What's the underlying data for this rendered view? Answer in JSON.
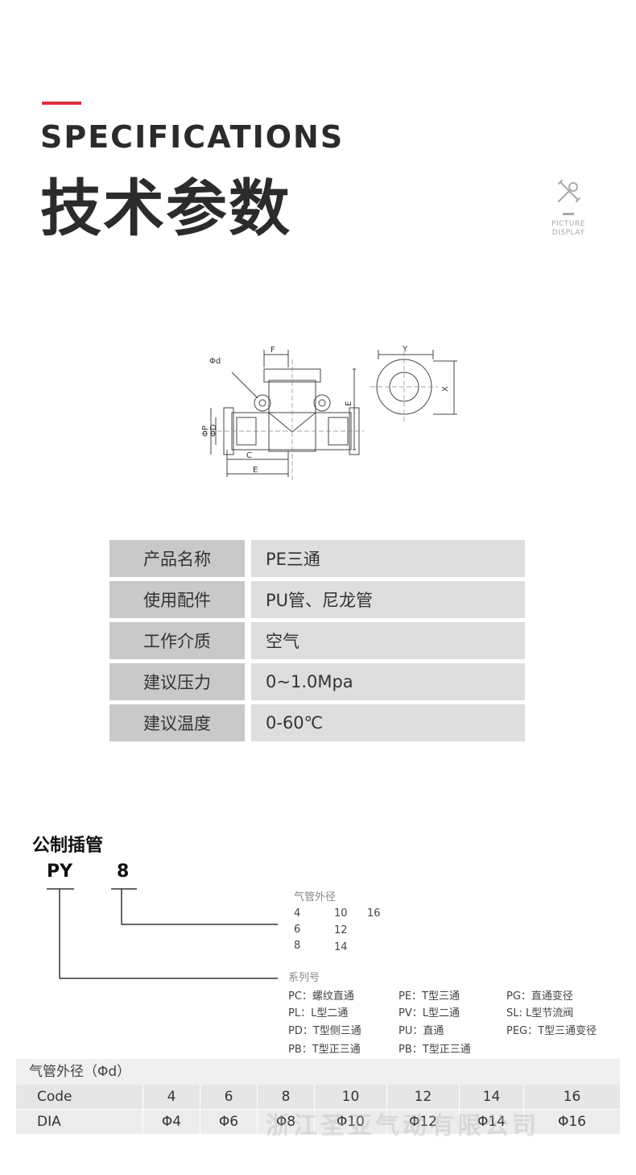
{
  "header": {
    "title_en": "SPECIFICATIONS",
    "title_cn": "技术参数",
    "badge_line1": "PICTURE",
    "badge_line2": "DISPLAY",
    "accent_color": "#e0303e"
  },
  "diagram": {
    "labels": [
      "Φd",
      "F",
      "E",
      "ΦP",
      "ΦD",
      "C",
      "E",
      "Y",
      "X"
    ]
  },
  "specs": [
    {
      "label": "产品名称",
      "value": "PE三通"
    },
    {
      "label": "使用配件",
      "value": "PU管、尼龙管"
    },
    {
      "label": "工作介质",
      "value": "空气"
    },
    {
      "label": "建议压力",
      "value": "0~1.0Mpa"
    },
    {
      "label": "建议温度",
      "value": "0-60℃"
    }
  ],
  "code": {
    "section_title": "公制插管",
    "part1": "PY",
    "part2": "8",
    "tube_title": "气管外径",
    "tube_values": [
      "4",
      "10",
      "16",
      "6",
      "12",
      "8",
      "14"
    ],
    "series_title": "系列号",
    "series": [
      "PC：螺纹直通",
      "PE：T型三通",
      "PG：直通变径",
      "PL：L型二通",
      "PV：L型二通",
      "SL: L型节流阀",
      "PD：T型侧三通",
      "PU：直通",
      "PEG：T型三通变径",
      "PB：T型正三通",
      "PB：T型正三通"
    ]
  },
  "dia_table": {
    "caption": "气管外径（Φd）",
    "row1": [
      "Code",
      "4",
      "6",
      "8",
      "10",
      "12",
      "14",
      "16"
    ],
    "row2": [
      "DIA",
      "Φ4",
      "Φ6",
      "Φ8",
      "Φ10",
      "Φ12",
      "Φ14",
      "Φ16"
    ]
  },
  "watermark": "浙江圣亚气动有限公司"
}
